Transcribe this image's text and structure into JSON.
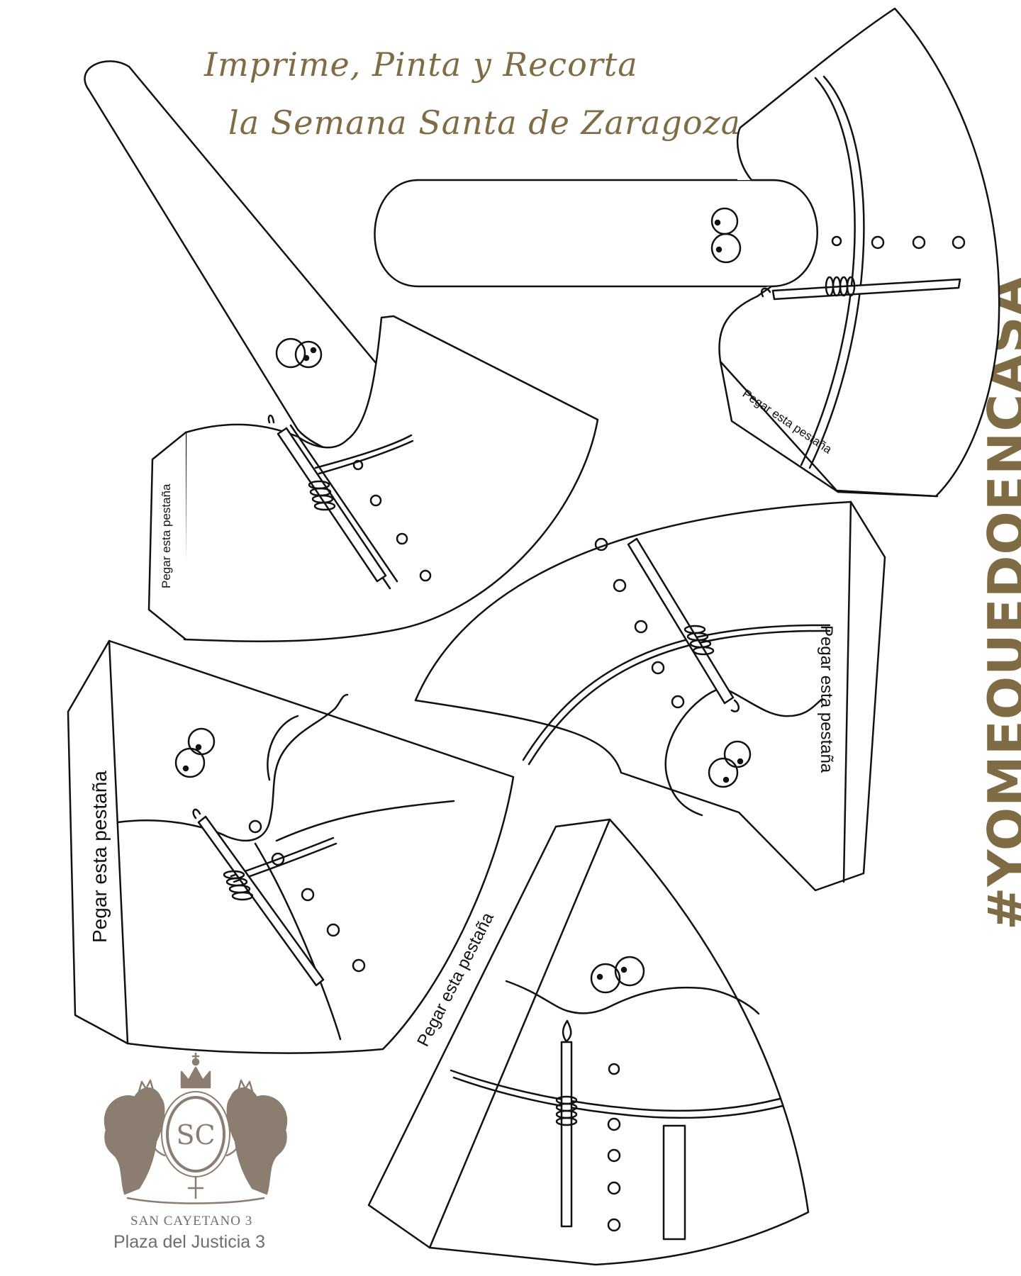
{
  "header": {
    "title_line1": "Imprime, Pinta y Recorta",
    "title_line2": "la Semana Santa de Zaragoza"
  },
  "hashtag": "#YOMEQUEDOENCASA",
  "tabs": {
    "label": "Pegar esta pestaña"
  },
  "logo": {
    "monogram": "SC",
    "name": "SAN CAYETANO 3",
    "address": "Plaza del Justicia 3"
  },
  "colors": {
    "accent": "#7f6c45",
    "logo": "#8b7d70",
    "line": "#111111"
  },
  "pieces": {
    "hoods": [
      "hood-pointed-left",
      "hood-horizontal"
    ],
    "robes": [
      "robe-upper-left",
      "robe-upper-right",
      "robe-middle-right",
      "robe-lower-left",
      "robe-bottom"
    ]
  }
}
